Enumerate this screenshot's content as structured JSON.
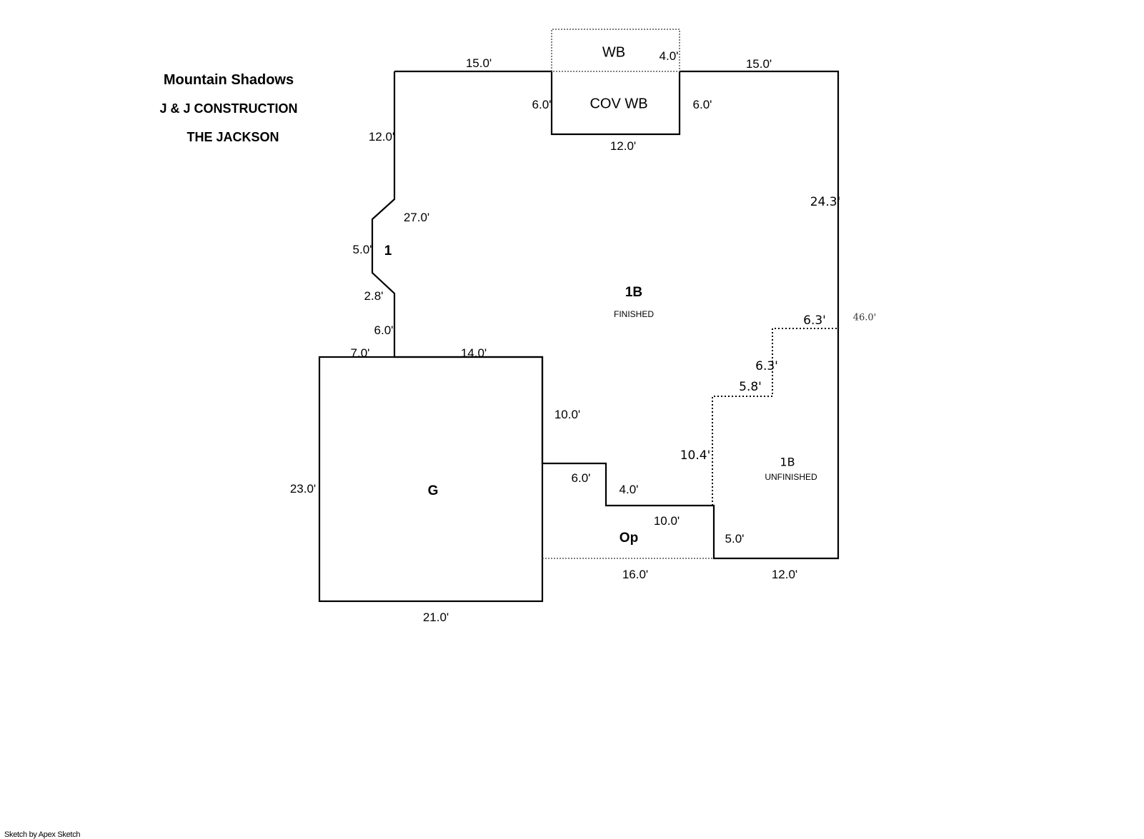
{
  "header": {
    "subdivision": "Mountain Shadows",
    "builder": "J & J CONSTRUCTION",
    "model": "THE JACKSON"
  },
  "areas": {
    "main_finished": {
      "code": "1B",
      "desc": "FINISHED"
    },
    "main_unfinished": {
      "code": "1B",
      "desc": "UNFINISHED"
    },
    "bay": {
      "code": "1"
    },
    "garage": {
      "code": "G"
    },
    "open_porch": {
      "code": "Op"
    },
    "window_box": {
      "code": "WB"
    },
    "covered_window_box": {
      "code": "COV WB"
    }
  },
  "dimensions": {
    "top_left": "15.0'",
    "top_right": "15.0'",
    "wb_depth": "4.0'",
    "cov_wb_left": "6.0'",
    "cov_wb_right": "6.0'",
    "cov_wb_bottom": "12.0'",
    "left_upper": "12.0'",
    "bay_upper": "27.0'",
    "bay_side": "5.0'",
    "bay_lower": "2.8'",
    "left_lower": "6.0'",
    "right_wall": "24.3'",
    "right_total": "46.0'",
    "step_top": "6.3'",
    "step_vertical": "6.3'",
    "step_mid": "5.8'",
    "unfinished_left": "10.4'",
    "garage_top_left": "7.0'",
    "garage_top_right": "14.0'",
    "garage_right": "10.0'",
    "garage_left": "23.0'",
    "garage_bottom": "21.0'",
    "porch_top": "6.0'",
    "porch_step": "4.0'",
    "porch_mid": "10.0'",
    "porch_right": "5.0'",
    "porch_bottom": "16.0'",
    "unfinished_bottom": "12.0'"
  },
  "footer": {
    "credit": "Sketch by Apex Sketch"
  }
}
